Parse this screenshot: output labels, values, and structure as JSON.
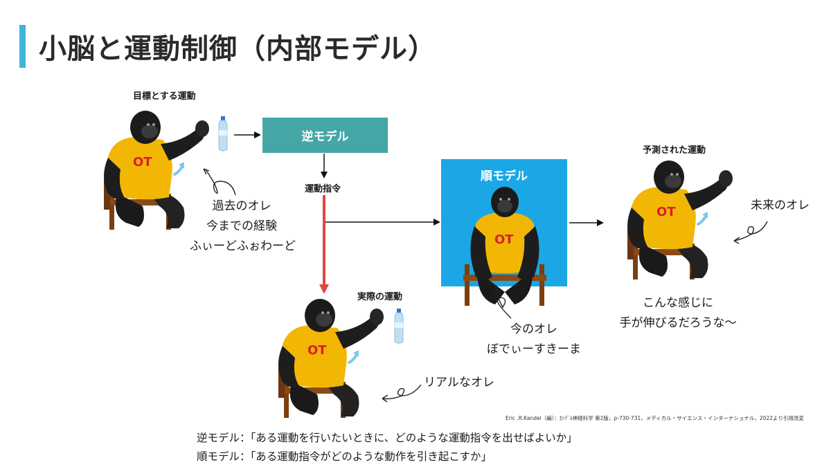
{
  "title": "小脳と運動制御（内部モデル）",
  "labels": {
    "target_motion": "目標とする運動",
    "motor_command": "運動指令",
    "actual_motion": "実際の運動",
    "predicted_motion": "予測された運動"
  },
  "inverse_model": {
    "label": "逆モデル"
  },
  "forward_model": {
    "label": "順モデル"
  },
  "annotations": {
    "past_me": [
      "過去のオレ",
      "今までの経験",
      "ふぃーどふぉわーど"
    ],
    "now_me": [
      "今のオレ",
      "ぼでぃーすきーま"
    ],
    "future_me": "未来のオレ",
    "prediction": [
      "こんな感じに",
      "手が伸びるだろうな〜"
    ],
    "real_me": "リアルなオレ"
  },
  "gorilla": {
    "shirt_text": "OT",
    "shirt_color": "#f2b705",
    "text_color": "#d8202a"
  },
  "colors": {
    "accent": "#3fb6d6",
    "inverse_box": "#45a6a6",
    "forward_box": "#1ba7e6",
    "red_arrow": "#e04840"
  },
  "reference": "Eric .R.Kandel（編）：ｶﾝﾃﾞﾙ神経科学 第2版，p-730-731，メディカル・サイエンス・インターナショナル，2022より引用改変",
  "definitions": [
    "逆モデル：「ある運動を行いたいときに、どのような運動指令を出せばよいか」",
    "順モデル：「ある運動指令がどのような動作を引き起こすか」"
  ]
}
